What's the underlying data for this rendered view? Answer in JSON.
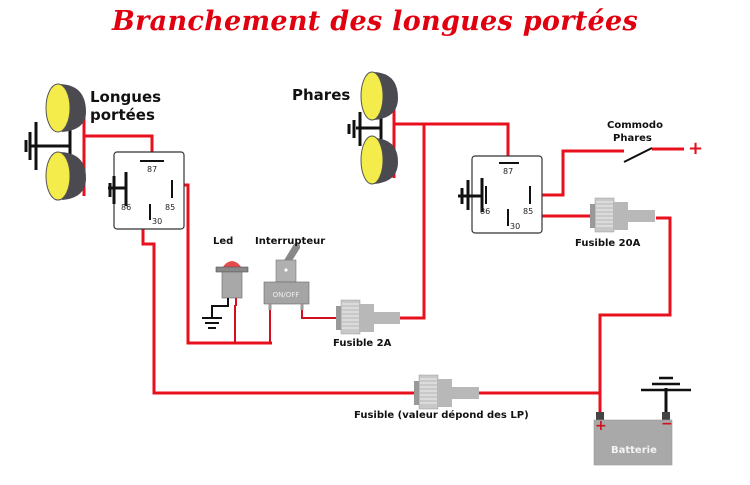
{
  "title": "Branchement des longues portées",
  "labels": {
    "longues_portees_line1": "Longues",
    "longues_portees_line2": "portées",
    "phares": "Phares",
    "commodo_line1": "Commodo",
    "commodo_line2": "Phares",
    "plus_sign": "+",
    "led": "Led",
    "interrupteur": "Interrupteur",
    "switch_text": "ON/OFF",
    "fusible_2a": "Fusible 2A",
    "fusible_20a": "Fusible 20A",
    "fusible_main": "Fusible (valeur dépond des LP)",
    "batterie": "Batterie",
    "battery_plus": "+",
    "battery_minus": "−"
  },
  "relays": [
    {
      "name": "relay-longues-portees",
      "pins": {
        "p87": "87",
        "p86": "86",
        "p85": "85",
        "p30": "30"
      }
    },
    {
      "name": "relay-phares",
      "pins": {
        "p87": "87",
        "p86": "86",
        "p85": "85",
        "p30": "30"
      }
    }
  ],
  "colors": {
    "wire": "#e8101c",
    "title": "#e0000f",
    "lamp_lens": "#f4ec4a",
    "lamp_body": "#4a4a50",
    "fuse_body": "#b8b8b8",
    "battery_body": "#a9a9a9",
    "led_cap": "#e44a4a"
  }
}
